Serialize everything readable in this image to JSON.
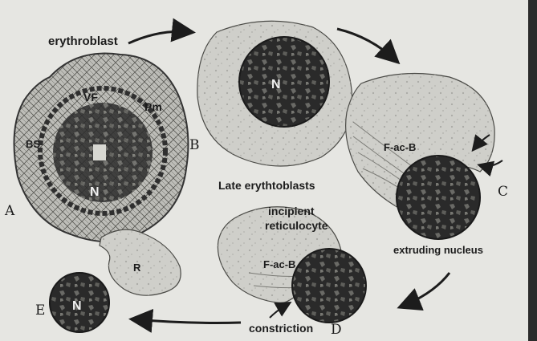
{
  "labels": {
    "erythroblast": "erythroblast",
    "late": "Late erythtoblasts",
    "extruding": "extruding nucleus",
    "incipient_line1": "incipient",
    "incipient_line2": "reticulocyte",
    "constriction": "constriction",
    "pm": "Pm",
    "vf": "VF",
    "bs": "BS",
    "n": "N",
    "facb": "F-ac-B",
    "facb_d": "F-ac-B",
    "r": "R"
  },
  "panels": {
    "a": "A",
    "b": "B",
    "c": "C",
    "d": "D",
    "e": "E"
  },
  "colors": {
    "background": "#e6e6e2",
    "cytoplasm": "#cfcfca",
    "nucleus": "#2a2a2a",
    "ink": "#1c1c1c"
  }
}
